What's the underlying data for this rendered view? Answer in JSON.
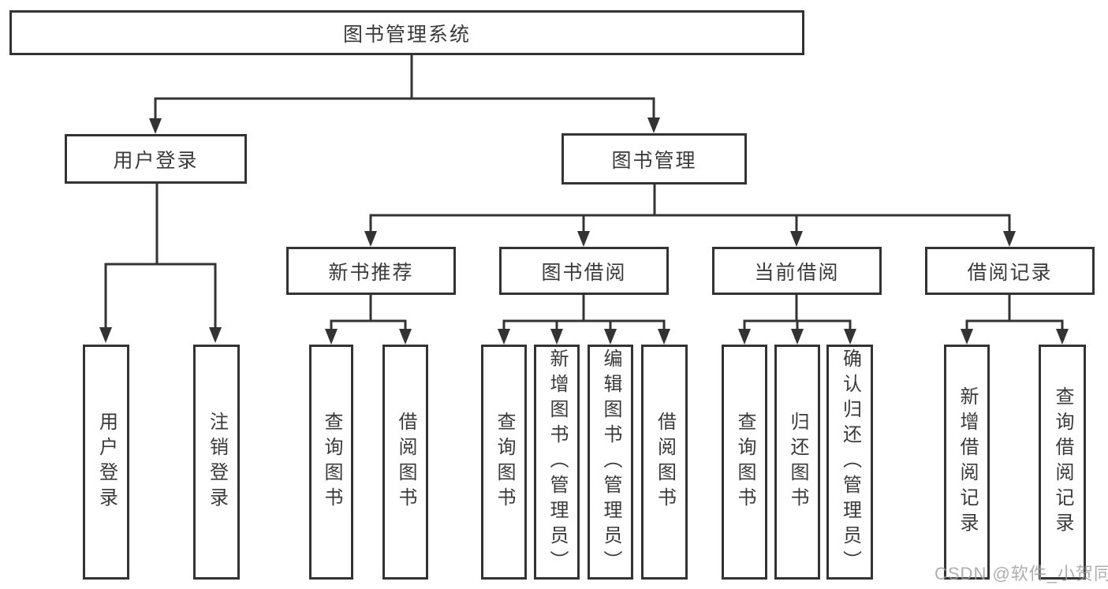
{
  "diagram": {
    "kind": "hierarchy-chart",
    "watermark": "CSDN @软件_小贺同学",
    "colors": {
      "line": "#333333",
      "box_border": "#333333",
      "box_background": "#ffffff",
      "text": "#3a3a3a",
      "watermark_text": "#a0a0a0"
    },
    "tree": {
      "label": "图书管理系统",
      "children": [
        {
          "label": "用户登录",
          "children": [
            {
              "label": "用户登录"
            },
            {
              "label": "注销登录"
            }
          ]
        },
        {
          "label": "图书管理",
          "children": [
            {
              "label": "新书推荐",
              "children": [
                {
                  "label": "查询图书"
                },
                {
                  "label": "借阅图书"
                }
              ]
            },
            {
              "label": "图书借阅",
              "children": [
                {
                  "label": "查询图书"
                },
                {
                  "label": "新增图书（管理员）"
                },
                {
                  "label": "编辑图书（管理员）"
                },
                {
                  "label": "借阅图书"
                }
              ]
            },
            {
              "label": "当前借阅",
              "children": [
                {
                  "label": "查询图书"
                },
                {
                  "label": "归还图书"
                },
                {
                  "label": "确认归还（管理员）"
                }
              ]
            },
            {
              "label": "借阅记录",
              "children": [
                {
                  "label": "新增借阅记录"
                },
                {
                  "label": "查询借阅记录"
                }
              ]
            }
          ]
        }
      ]
    }
  }
}
